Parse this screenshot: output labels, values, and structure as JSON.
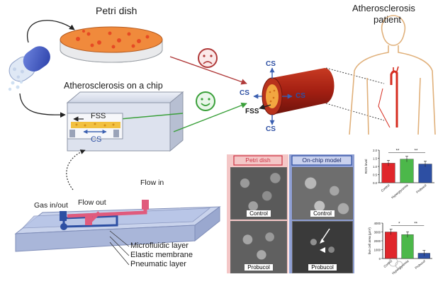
{
  "labels": {
    "petri_dish": "Petri dish",
    "patient_line1": "Atherosclerosis",
    "patient_line2": "patient",
    "chip_title": "Atherosclerosis on a chip",
    "fss": "FSS",
    "cs": "CS",
    "gas": "Gas in/out",
    "flow_out": "Flow out",
    "flow_in": "Flow in",
    "micro_layer": "Microfluidic layer",
    "elastic": "Elastic membrane",
    "pneumatic": "Pneumatic layer"
  },
  "vessel": {
    "cs_top": "CS",
    "cs_left": "CS",
    "cs_right": "CS",
    "cs_bottom": "CS",
    "fss": "FSS"
  },
  "micro_panel": {
    "petri_header": "Petri dish",
    "chip_header": "On-chip model",
    "control_left": "Control",
    "control_right": "Control",
    "probucol_left": "Probucol",
    "probucol_right": "Probucol"
  },
  "colors": {
    "red_arrow": "#b03a3a",
    "green_arrow": "#3aa03a",
    "petri_bg": "#f4c7c7",
    "chip_bg": "#8f9fd3",
    "bar_red": "#e0262b",
    "bar_green": "#4cb84a",
    "bar_blue": "#2d4fa3"
  },
  "chart_data": [
    {
      "type": "bar",
      "categories": [
        "Control",
        "Hyperglycemia",
        "Probucol"
      ],
      "values": [
        1.2,
        1.45,
        1.15
      ],
      "ylabel": "ROS level",
      "ylim": [
        0,
        2
      ],
      "yticks": [
        "0.0",
        "0.5",
        "1.0",
        "1.5",
        "2.0"
      ],
      "significance": [
        "**",
        "**"
      ]
    },
    {
      "type": "bar",
      "categories": [
        "Control",
        "Hyperglycemia",
        "Probucol"
      ],
      "values": [
        3000,
        2700,
        600
      ],
      "ylabel": "live cell area (μm²)",
      "ylim": [
        0,
        4000
      ],
      "yticks": [
        "0",
        "1000",
        "2000",
        "3000",
        "4000"
      ],
      "significance": [
        "*",
        "**"
      ]
    }
  ]
}
